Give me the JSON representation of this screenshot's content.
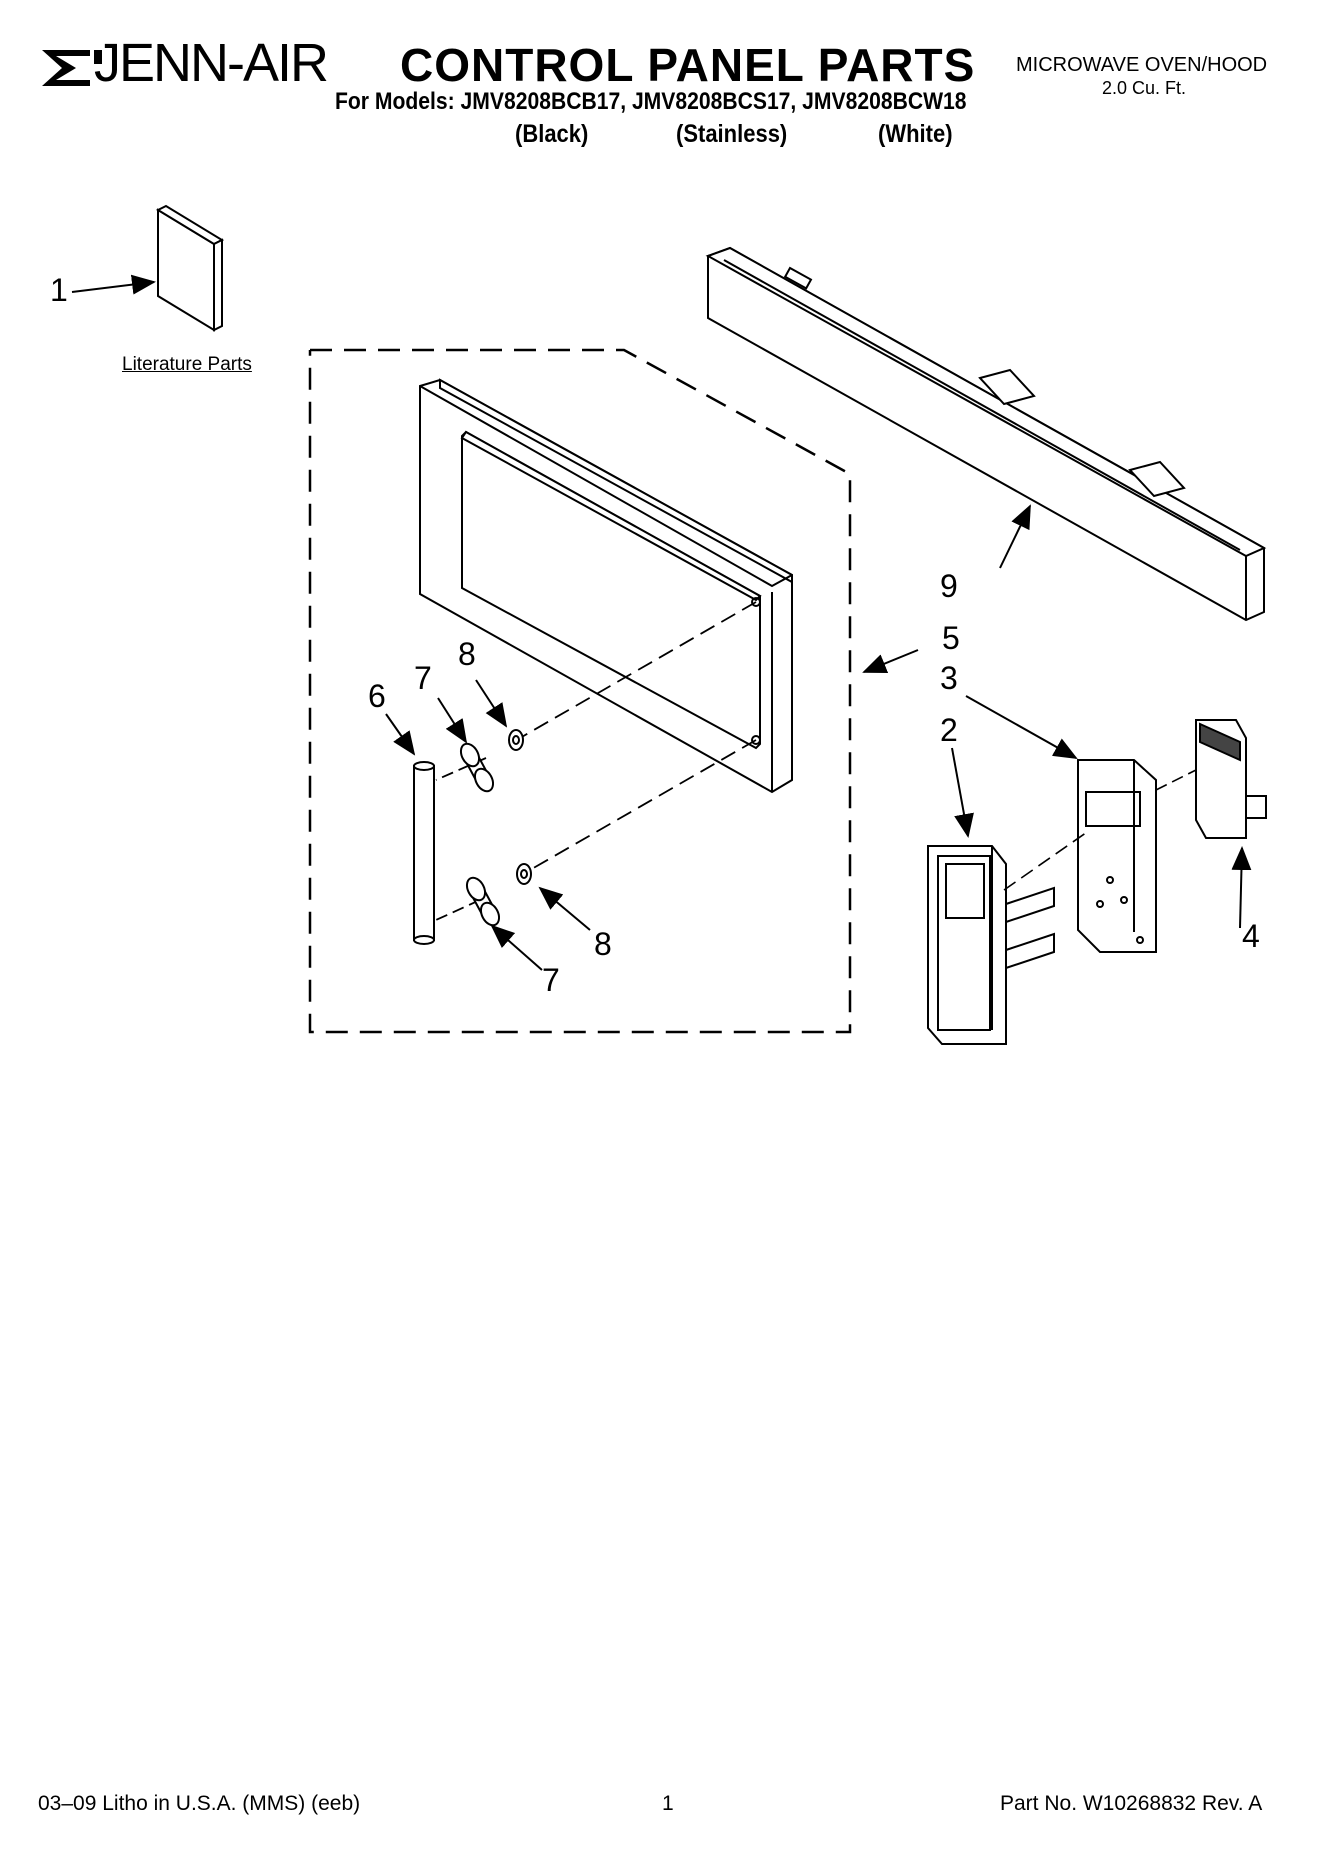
{
  "header": {
    "brand": "JENN-AIR",
    "title": "CONTROL PANEL PARTS",
    "models": "For Models: JMV8208BCB17, JMV8208BCS17, JMV8208BCW18",
    "variants": [
      "(Black)",
      "(Stainless)",
      "(White)"
    ],
    "product": "MICROWAVE OVEN/HOOD",
    "capacity": "2.0 Cu. Ft."
  },
  "diagram": {
    "literature_label": "Literature Parts",
    "callouts": {
      "c1": "1",
      "c2": "2",
      "c3": "3",
      "c4": "4",
      "c5": "5",
      "c6": "6",
      "c7a": "7",
      "c7b": "7",
      "c8a": "8",
      "c8b": "8",
      "c9": "9"
    }
  },
  "footer": {
    "left": "03–09 Litho in U.S.A. (MMS) (eeb)",
    "page": "1",
    "right": "Part No. W10268832 Rev. A"
  }
}
